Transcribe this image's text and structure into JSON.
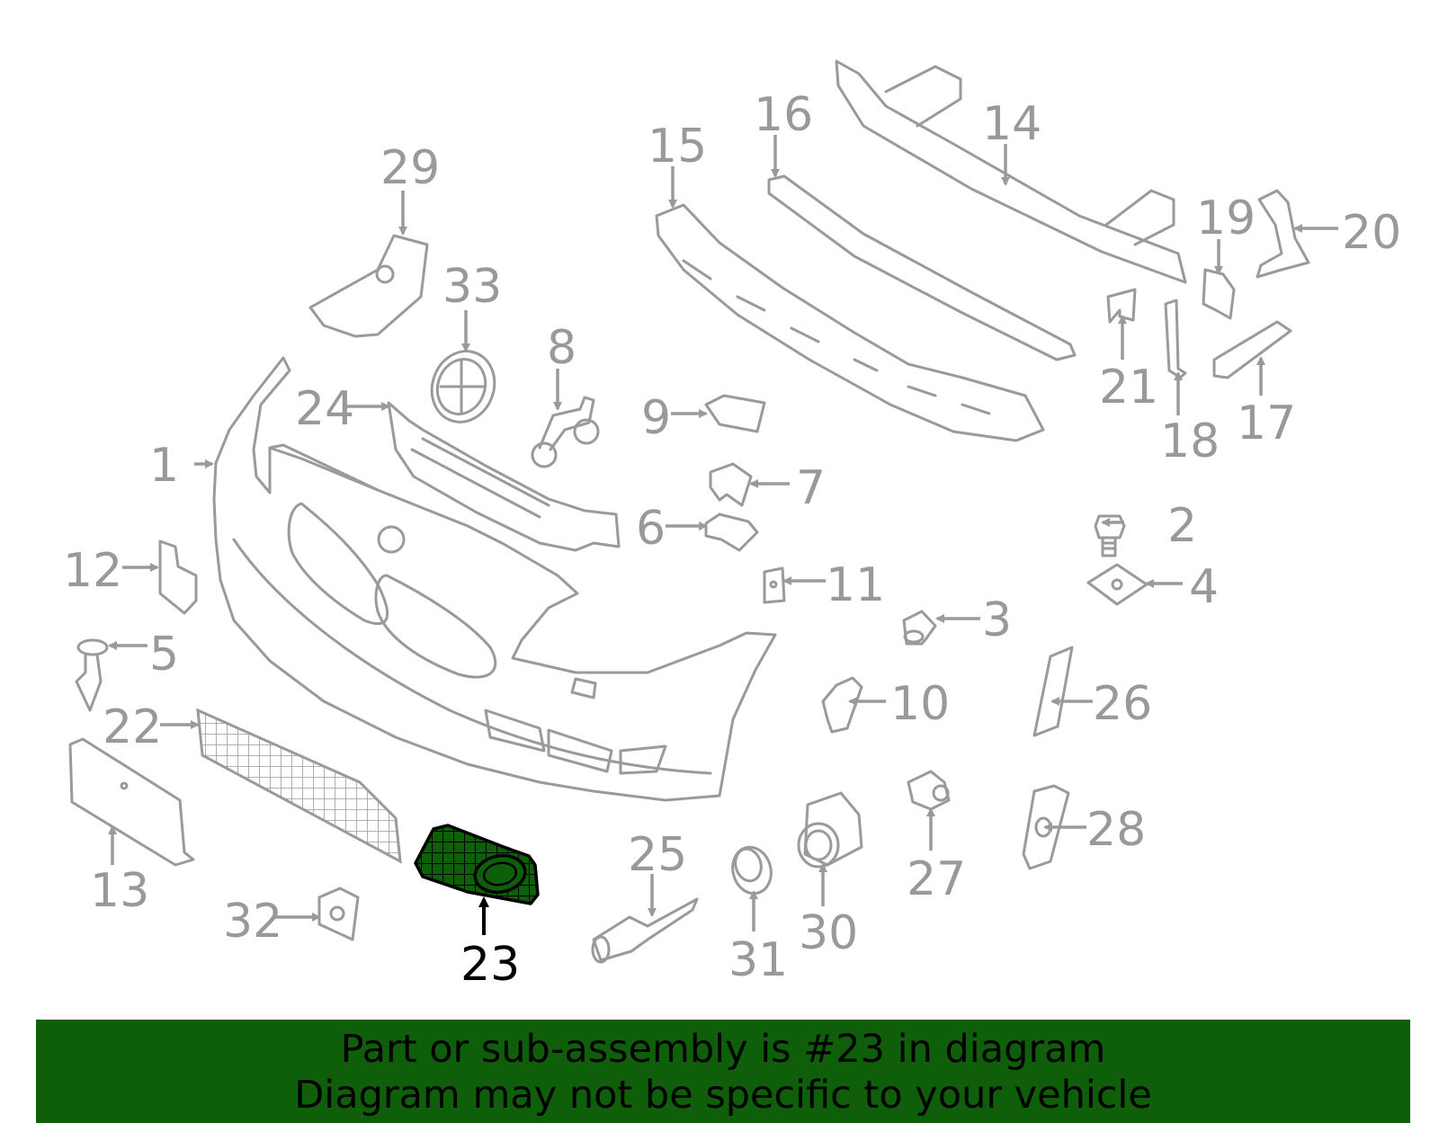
{
  "colors": {
    "parts_stroke": "#9a9a9a",
    "label": "#999999",
    "highlight_fill": "#0f5e0a",
    "highlight_label": "#000000",
    "banner_bg": "#0f5e0a",
    "banner_text": "#000000"
  },
  "highlighted_part": "23",
  "callouts": [
    "1",
    "2",
    "3",
    "4",
    "5",
    "6",
    "7",
    "8",
    "9",
    "10",
    "11",
    "12",
    "13",
    "14",
    "15",
    "16",
    "17",
    "18",
    "19",
    "20",
    "21",
    "22",
    "23",
    "24",
    "25",
    "26",
    "27",
    "28",
    "29",
    "30",
    "31",
    "32",
    "33"
  ],
  "banner": {
    "line1": "Part or sub-assembly is #23 in diagram",
    "line2": "Diagram may not be specific to your vehicle"
  }
}
